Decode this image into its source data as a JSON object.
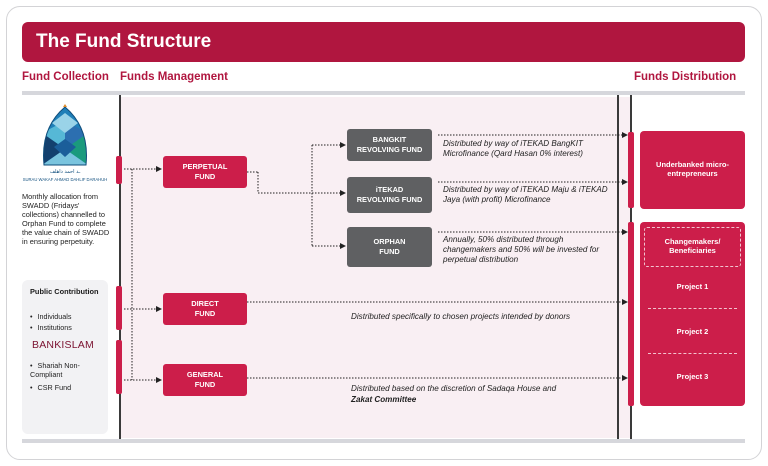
{
  "title": "The Fund Structure",
  "columns": {
    "collection": "Fund Collection",
    "management": "Funds Management",
    "distribution": "Funds Distribution"
  },
  "collection": {
    "swadd_logo_text": "SURAU WAKAF AHMAD DAHLIF DARAHUH",
    "swadd_description": "Monthly allocation from SWADD (Fridays' collections) channelled to Orphan Fund to complete the value chain of SWADD  in ensuring perpetuity.",
    "public_title": "Public Contribution",
    "public_items": [
      "Individuals",
      "Institutions"
    ],
    "bank_logo": "BANKISLAM",
    "bank_items": [
      "Shariah Non-Compliant",
      "CSR Fund"
    ]
  },
  "funds": {
    "perpetual": "PERPETUAL FUND",
    "direct": "DIRECT FUND",
    "general": "GENERAL FUND"
  },
  "sub_funds": {
    "bangkit": "BANGKIT REVOLVING FUND",
    "itekad": "iTEKAD REVOLVING FUND",
    "orphan": "ORPHAN FUND"
  },
  "descriptions": {
    "bangkit": "Distributed by way of iTEKAD BangKIT Microfinance (Qard Hasan 0% interest)",
    "itekad": "Distributed by way of iTEKAD Maju & iTEKAD Jaya (with profit) Microfinance",
    "orphan": "Annually, 50% distributed through changemakers and 50% will be invested for perpetual distribution",
    "direct": "Distributed specifically to chosen projects intended by donors",
    "general_line1": "Distributed based on the discretion of Sadaqa House and",
    "general_line2": "Zakat Committee"
  },
  "distribution": {
    "underbanked": "Underbanked micro-entrepreneurs",
    "changemakers": "Changemakers/ Beneficiaries",
    "projects": [
      "Project 1",
      "Project 2",
      "Project 3"
    ]
  },
  "colors": {
    "accent": "#b0163f",
    "box_red": "#cc1e4a",
    "box_grey": "#5f6062",
    "management_bg": "#f9eff3"
  }
}
